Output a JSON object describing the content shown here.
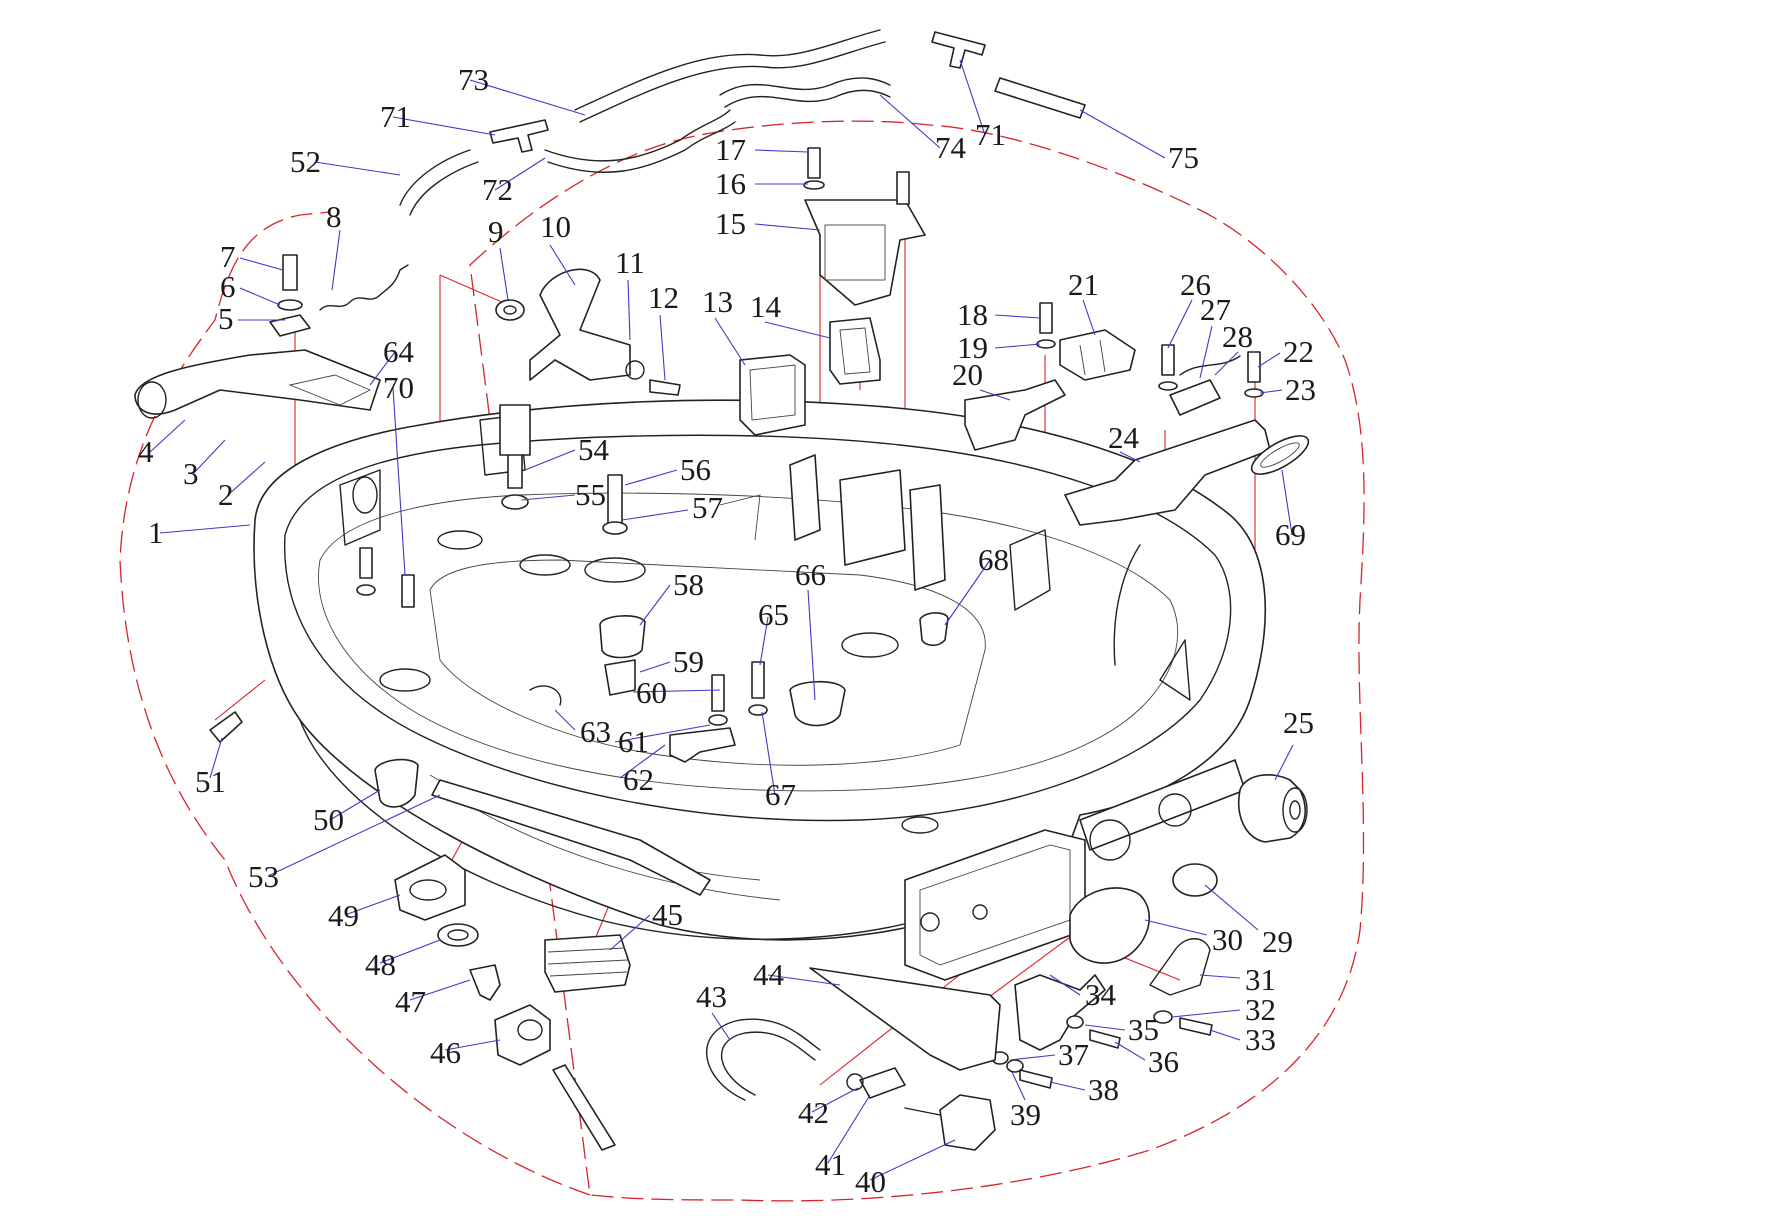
{
  "colors": {
    "leader": "#3b3bc8",
    "assembly_line": "#d8232a",
    "boundary": "#d8232a",
    "assembly_line_alt": "#d040c8",
    "line_art": "#222222",
    "background": "#ffffff"
  },
  "callouts": [
    {
      "id": "1",
      "label": "1"
    },
    {
      "id": "2",
      "label": "2"
    },
    {
      "id": "3",
      "label": "3"
    },
    {
      "id": "4",
      "label": "4"
    },
    {
      "id": "5",
      "label": "5"
    },
    {
      "id": "6",
      "label": "6"
    },
    {
      "id": "7",
      "label": "7"
    },
    {
      "id": "8",
      "label": "8"
    },
    {
      "id": "9",
      "label": "9"
    },
    {
      "id": "10",
      "label": "10"
    },
    {
      "id": "11",
      "label": "11"
    },
    {
      "id": "12",
      "label": "12"
    },
    {
      "id": "13",
      "label": "13"
    },
    {
      "id": "14",
      "label": "14"
    },
    {
      "id": "15",
      "label": "15"
    },
    {
      "id": "16",
      "label": "16"
    },
    {
      "id": "17",
      "label": "17"
    },
    {
      "id": "18",
      "label": "18"
    },
    {
      "id": "19",
      "label": "19"
    },
    {
      "id": "20",
      "label": "20"
    },
    {
      "id": "21",
      "label": "21"
    },
    {
      "id": "22",
      "label": "22"
    },
    {
      "id": "23",
      "label": "23"
    },
    {
      "id": "24",
      "label": "24"
    },
    {
      "id": "25",
      "label": "25"
    },
    {
      "id": "26",
      "label": "26"
    },
    {
      "id": "27",
      "label": "27"
    },
    {
      "id": "28",
      "label": "28"
    },
    {
      "id": "29",
      "label": "29"
    },
    {
      "id": "30",
      "label": "30"
    },
    {
      "id": "31",
      "label": "31"
    },
    {
      "id": "32",
      "label": "32"
    },
    {
      "id": "33",
      "label": "33"
    },
    {
      "id": "34",
      "label": "34"
    },
    {
      "id": "35",
      "label": "35"
    },
    {
      "id": "36",
      "label": "36"
    },
    {
      "id": "37",
      "label": "37"
    },
    {
      "id": "38",
      "label": "38"
    },
    {
      "id": "39",
      "label": "39"
    },
    {
      "id": "40",
      "label": "40"
    },
    {
      "id": "41",
      "label": "41"
    },
    {
      "id": "42",
      "label": "42"
    },
    {
      "id": "43",
      "label": "43"
    },
    {
      "id": "44",
      "label": "44"
    },
    {
      "id": "45",
      "label": "45"
    },
    {
      "id": "46",
      "label": "46"
    },
    {
      "id": "47",
      "label": "47"
    },
    {
      "id": "48",
      "label": "48"
    },
    {
      "id": "49",
      "label": "49"
    },
    {
      "id": "50",
      "label": "50"
    },
    {
      "id": "51",
      "label": "51"
    },
    {
      "id": "52",
      "label": "52"
    },
    {
      "id": "53",
      "label": "53"
    },
    {
      "id": "54",
      "label": "54"
    },
    {
      "id": "55",
      "label": "55"
    },
    {
      "id": "56",
      "label": "56"
    },
    {
      "id": "57",
      "label": "57"
    },
    {
      "id": "58",
      "label": "58"
    },
    {
      "id": "59",
      "label": "59"
    },
    {
      "id": "60",
      "label": "60"
    },
    {
      "id": "61",
      "label": "61"
    },
    {
      "id": "62",
      "label": "62"
    },
    {
      "id": "63",
      "label": "63"
    },
    {
      "id": "64",
      "label": "64"
    },
    {
      "id": "65",
      "label": "65"
    },
    {
      "id": "66",
      "label": "66"
    },
    {
      "id": "67",
      "label": "67"
    },
    {
      "id": "68",
      "label": "68"
    },
    {
      "id": "69",
      "label": "69"
    },
    {
      "id": "70",
      "label": "70"
    },
    {
      "id": "71a",
      "label": "71"
    },
    {
      "id": "71b",
      "label": "71"
    },
    {
      "id": "72",
      "label": "72"
    },
    {
      "id": "73",
      "label": "73"
    },
    {
      "id": "74",
      "label": "74"
    },
    {
      "id": "75",
      "label": "75"
    }
  ]
}
